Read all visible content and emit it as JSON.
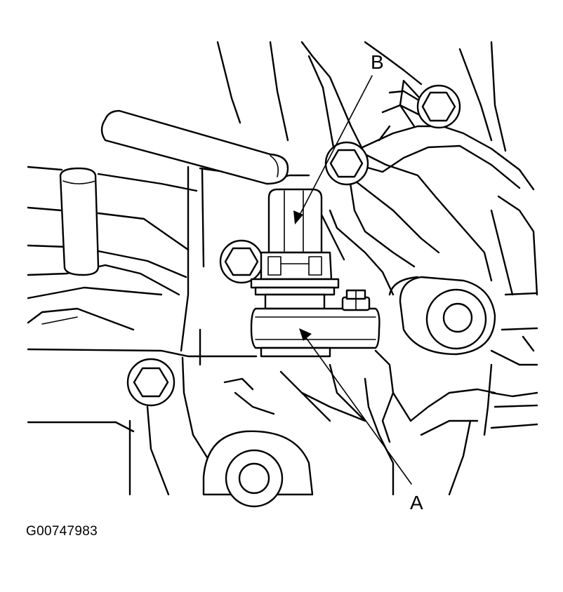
{
  "figure_id": "G00747983",
  "callouts": {
    "a": {
      "label": "A"
    },
    "b": {
      "label": "B"
    }
  },
  "colors": {
    "ink": "#000000",
    "paper": "#ffffff"
  }
}
